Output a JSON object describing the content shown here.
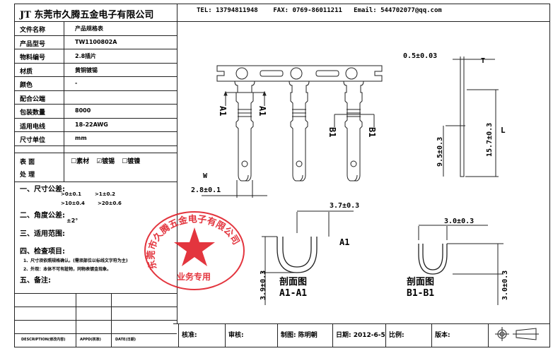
{
  "company_title": "JT 东莞市久腾五金电子有限公司",
  "contact": "TEL: 13794811948    FAX: 0769-86011211   Email: 544702077@qq.com",
  "spec_table": [
    {
      "label": "文件名称",
      "value": "产品规格表"
    },
    {
      "label": "产品型号",
      "value": "TW1100802A"
    },
    {
      "label": "物料编号",
      "value": "2.8插片"
    },
    {
      "label": "材质",
      "value": "黄铜镀锡"
    },
    {
      "label": "颜色",
      "value": "-"
    },
    {
      "label": "配合公端",
      "value": ""
    },
    {
      "label": "包装数量",
      "value": "8000"
    },
    {
      "label": "适用电线",
      "value": "18-22AWG"
    },
    {
      "label": "尺寸单位",
      "value": "mm"
    }
  ],
  "surface": {
    "label1": "表 面",
    "label2": "处 理",
    "options": [
      {
        "label": "素材",
        "checked": false,
        "mark": "☐"
      },
      {
        "label": "镀锡",
        "checked": true,
        "mark": "☑"
      },
      {
        "label": "镀镍",
        "checked": false,
        "mark": "☐"
      }
    ]
  },
  "notes": {
    "dim_tol_title": "一、尺寸公差:",
    "dim_tol_1a": ">0±0.1",
    "dim_tol_1b": ">1±0.2",
    "dim_tol_2a": ">10±0.4",
    "dim_tol_2b": ">20±0.6",
    "ang_tol_title": "二、角度公差:",
    "ang_tol": "±2°",
    "scope_title": "三、适用范围:",
    "inspect_title": "四、检查项目:",
    "inspect_1": "1、尺寸须依照规格确认。(需须部位以标线文字符为主)",
    "inspect_2": "2、外观：本体不可有脏物，同物表镀金现象。",
    "remark_title": "五、备注:"
  },
  "revision_table": {
    "description": "DESCRIPTION(修改内容)",
    "appd": "APPD(核准)",
    "date": "DATE(日期)"
  },
  "title_block": {
    "approve": "核准:",
    "review": "审核:",
    "drawn": "制图: 陈明朝",
    "date": "日期: 2012-6-5",
    "scale": "比例:",
    "version": "版本:"
  },
  "drawing": {
    "thickness": "0.5±0.03",
    "t_label": "T",
    "l_label": "L",
    "length_total": "15.7±0.3",
    "length_tab": "9.5±0.3",
    "w_label": "W",
    "width": "2.8±0.1",
    "a1_label": "A1",
    "b1_label": "B1",
    "a1_width": "3.7±0.3",
    "a1_height": "3.9±0.3",
    "b1_width": "3.0±0.3",
    "b1_height": "3.0±0.3",
    "section_a_title": "剖面图",
    "section_a_name": "A1-A1",
    "section_b_title": "剖面图",
    "section_b_name": "B1-B1"
  },
  "stamp": {
    "text_arc": "东莞市久腾五金电子有限公司",
    "text_bottom": "业务专用",
    "color": "#e0202a"
  }
}
